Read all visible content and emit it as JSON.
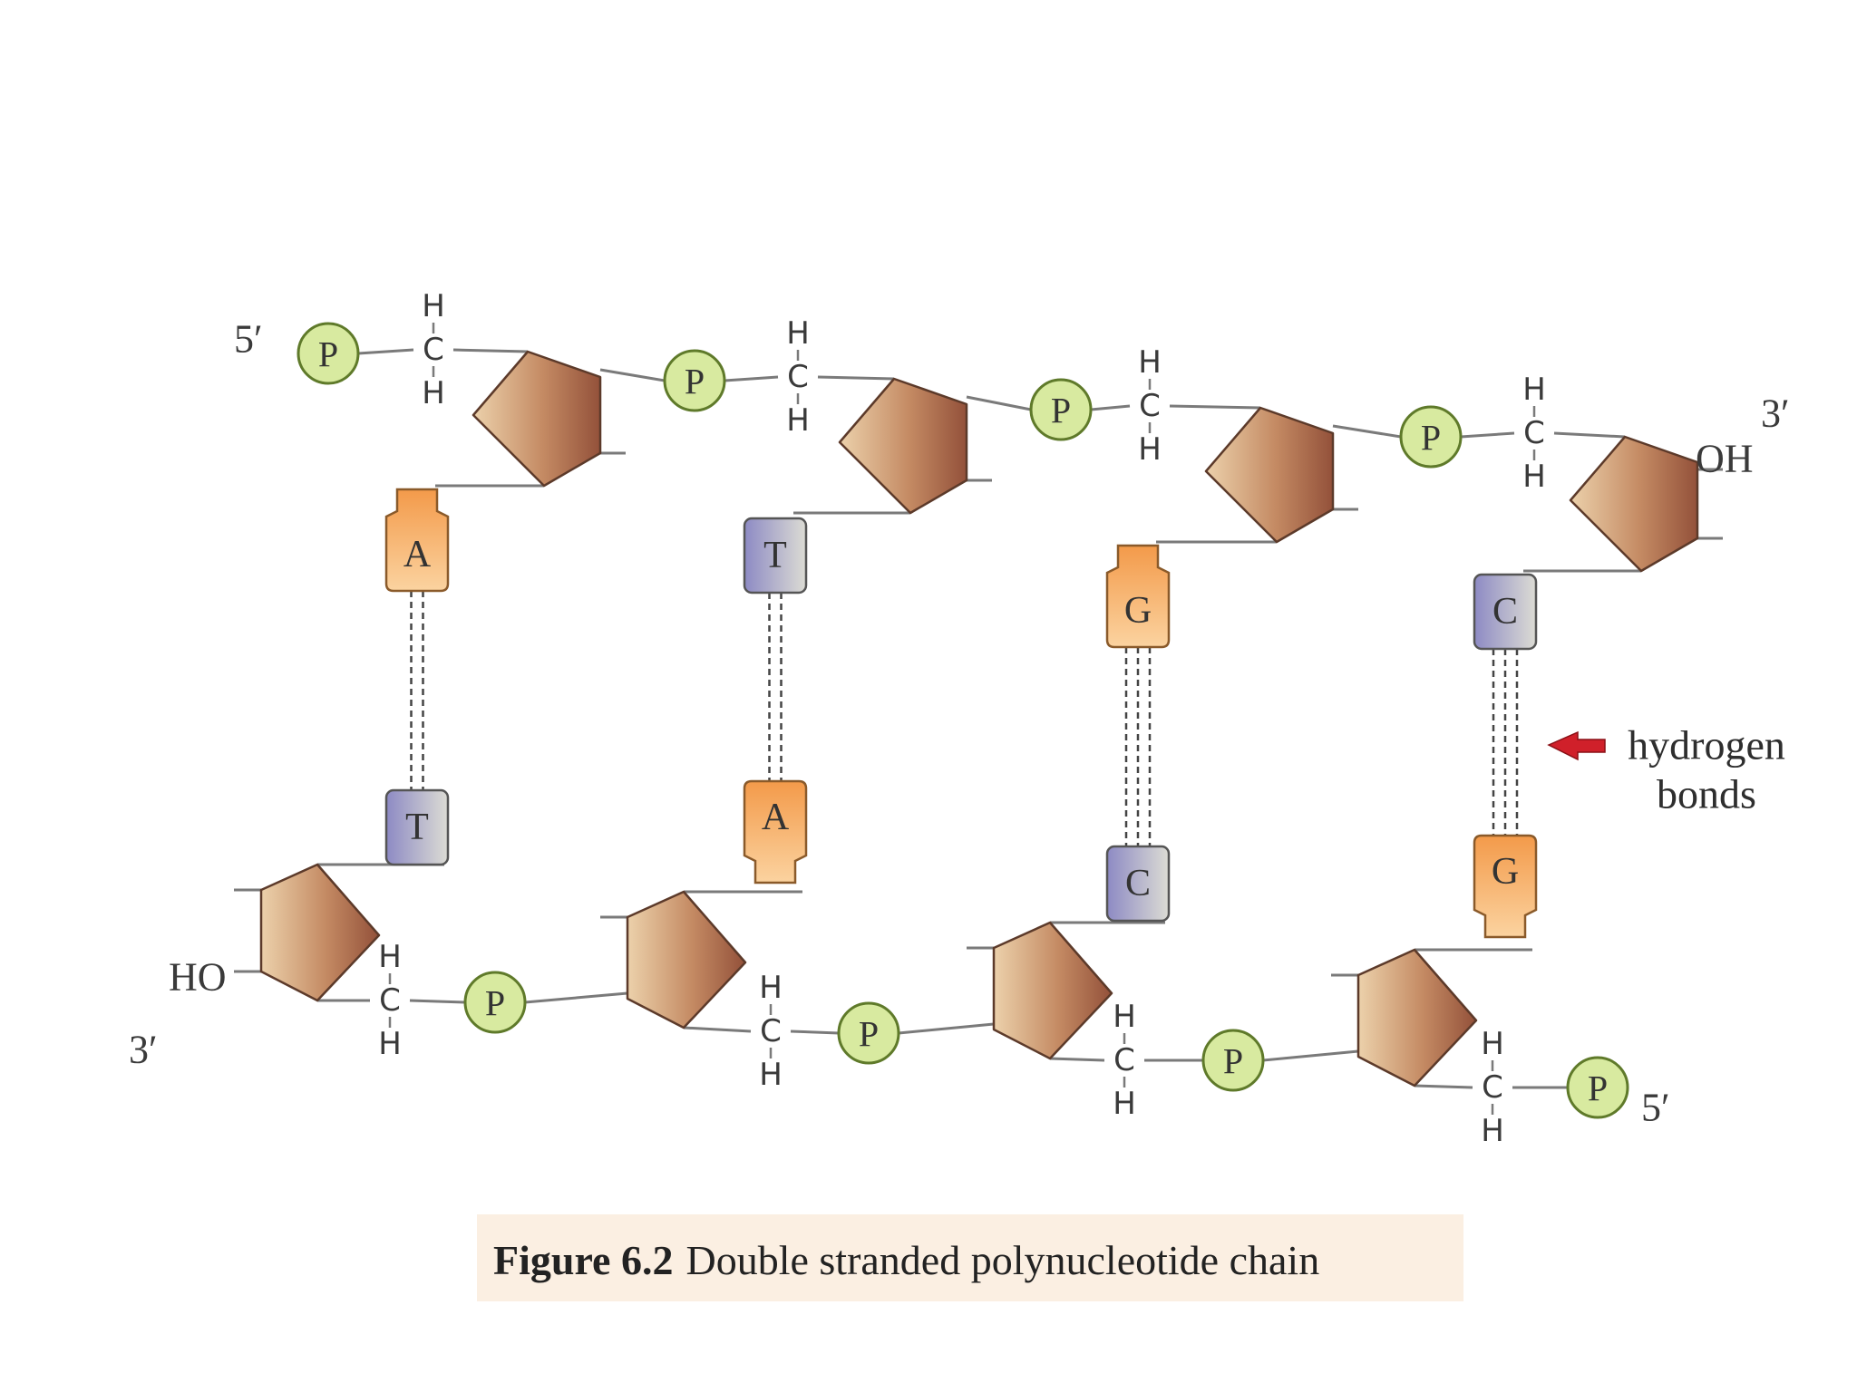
{
  "labels": {
    "five_prime": "5′",
    "three_prime": "3′",
    "phosphate": "P",
    "hydroxyl_right": "OH",
    "hydroxyl_left": "HO",
    "atom_h": "H",
    "atom_c": "C",
    "hydrogen_bonds_line1": "hydrogen",
    "hydrogen_bonds_line2": "bonds"
  },
  "base_pairs": [
    {
      "top": "A",
      "bottom": "T",
      "hydrogen_bonds": 2
    },
    {
      "top": "T",
      "bottom": "A",
      "hydrogen_bonds": 2
    },
    {
      "top": "G",
      "bottom": "C",
      "hydrogen_bonds": 3
    },
    {
      "top": "C",
      "bottom": "G",
      "hydrogen_bonds": 3
    }
  ],
  "caption": {
    "bold": "Figure 6.2",
    "text": "Double stranded polynucleotide chain"
  },
  "colors": {
    "phosphate_fill": "#d8eaa0",
    "phosphate_stroke": "#5f7a2a",
    "purine_fill": "#f5a85a",
    "pyrimidine_fill": "#9a97c9",
    "sugar_light": "#e9c9a0",
    "sugar_dark": "#9c5a3c",
    "arrow": "#d0202a",
    "caption_bg": "#fbefe2"
  }
}
